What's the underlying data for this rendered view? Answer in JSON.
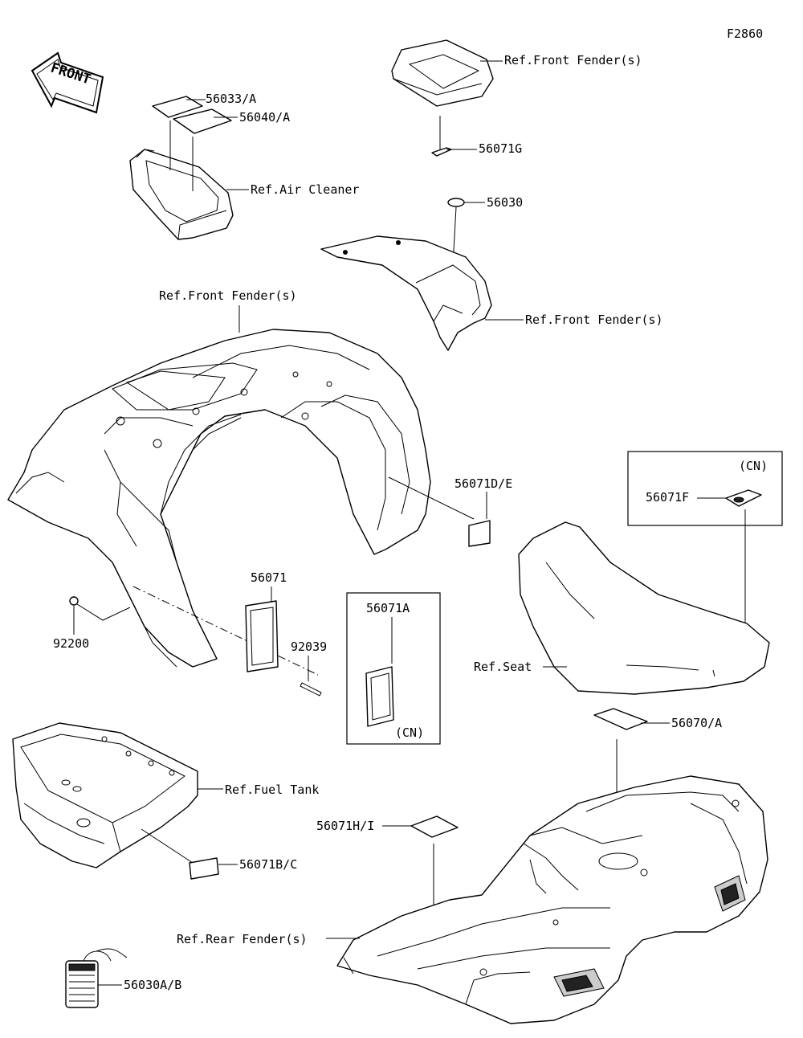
{
  "figure_id": "F2860",
  "front_arrow": "FRONT",
  "labels": {
    "l_56033A": "56033/A",
    "l_56040A": "56040/A",
    "l_ref_air_cleaner": "Ref.Air Cleaner",
    "l_ref_front_fender_top": "Ref.Front Fender(s)",
    "l_56071G": "56071G",
    "l_56030": "56030",
    "l_ref_front_fender_mid": "Ref.Front Fender(s)",
    "l_ref_front_fender_main": "Ref.Front Fender(s)",
    "l_56071DE": "56071D/E",
    "l_56071F": "56071F",
    "l_cn_upper": "(CN)",
    "l_56071": "56071",
    "l_92200": "92200",
    "l_92039": "92039",
    "l_56071A": "56071A",
    "l_cn_lower": "(CN)",
    "l_ref_seat": "Ref.Seat",
    "l_56070A": "56070/A",
    "l_ref_fuel_tank": "Ref.Fuel Tank",
    "l_56071HI": "56071H/I",
    "l_56071BC": "56071B/C",
    "l_ref_rear_fender": "Ref.Rear Fender(s)",
    "l_56030AB": "56030A/B"
  }
}
